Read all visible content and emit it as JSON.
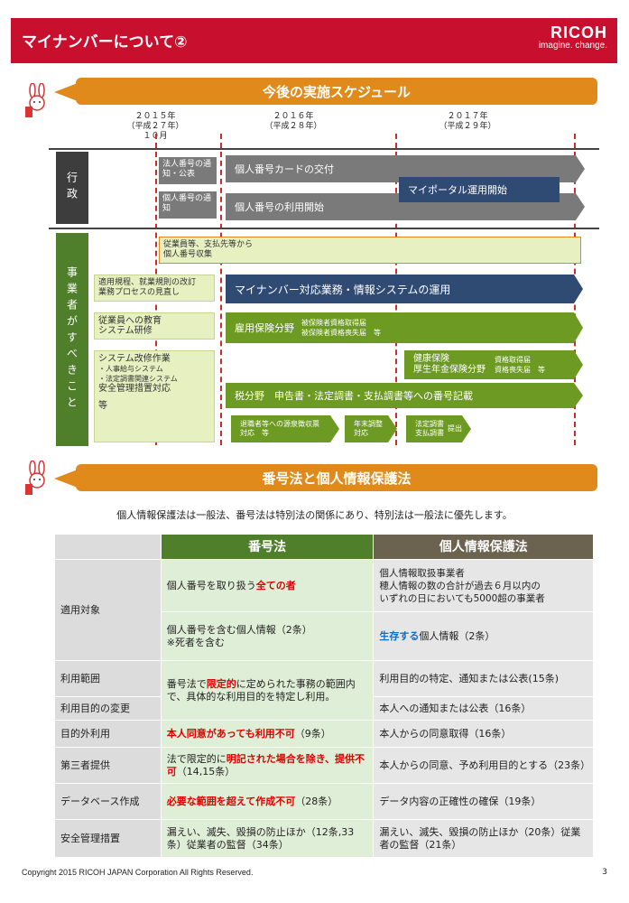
{
  "header": {
    "title": "マイナンバーについて②",
    "logo_main": "RICOH",
    "logo_tag": "imagine. change."
  },
  "section1": {
    "banner": "今後の実施スケジュール"
  },
  "years": [
    {
      "line1": "２０１５年",
      "line2": "（平成２７年）",
      "line3": "１０月"
    },
    {
      "line1": "２０１６年",
      "line2": "（平成２８年）",
      "line3": ""
    },
    {
      "line1": "２０１７年",
      "line2": "（平成２９年）",
      "line3": ""
    }
  ],
  "gov": {
    "label": "行政",
    "note1": "法人番号の通知・公表",
    "note2": "個人番号の通知",
    "bar1": "個人番号カードの交付",
    "bar2": "個人番号の利用開始",
    "bar3": "マイポータル運用開始"
  },
  "biz": {
    "label": "事業者がすべきこと",
    "collect": "従業員等、支払先等から\n個人番号収集",
    "rule": "適用規程、就業規則の改訂\n業務プロセスの見直し",
    "edu": "従業員への教育\nシステム研修",
    "sys_title": "システム改修作業",
    "sys_1": "・人事給与システム",
    "sys_2": "・法定調書関連システム",
    "sys_3": "安全管理措置対応",
    "sys_4": "等",
    "ops": "マイナンバー対応業務・情報システムの運用",
    "emp_title": "雇用保険分野",
    "emp_1": "被保険者資格取得届",
    "emp_2": "被保険者資格喪失届　等",
    "health_1": "健康保険",
    "health_2": "厚生年金保険分野",
    "health_3": "資格取得届",
    "health_4": "資格喪失届　等",
    "tax": "税分野　申告書・法定調書・支払調書等への番号記載",
    "tax_a": "退職者等への源泉徴収票\n対応　等",
    "tax_b": "年末調整\n対応",
    "tax_c": "法定調書\n支払調書",
    "tax_c2": "提出"
  },
  "section2": {
    "banner": "番号法と個人情報保護法",
    "intro": "個人情報保護法は一般法、番号法は特別法の関係にあり、特別法は一般法に優先します。"
  },
  "table": {
    "h1": "番号法",
    "h2": "個人情報保護法",
    "r1_label": "適用対象",
    "r1a_pre": "個人番号を取り扱う",
    "r1a_red": "全ての者",
    "r1a_right": "個人情報取扱事業者\n穂人情報の数の合計が過去６月以内の\nいずれの日においても5000超の事業者",
    "r1b_left": "個人番号を含む個人情報（2条）\n※死者を含む",
    "r1b_blue": "生存する",
    "r1b_right": "個人情報（2条）",
    "r2_label": "利用範囲",
    "r2_left_pre": "番号法で",
    "r2_left_red": "限定的",
    "r2_left_post": "に定められた事務の範囲内で、具体的な利用目的を特定し利用。",
    "r2_right": "利用目的の特定、通知または公表(15条)",
    "r3_label": "利用目的の変更",
    "r3_right": "本人への通知または公表（16条）",
    "r4_label": "目的外利用",
    "r4_left_red": "本人同意があっても利用不可",
    "r4_left_post": "（9条）",
    "r4_right": "本人からの同意取得（16条）",
    "r5_label": "第三者提供",
    "r5_left_pre": "法で限定的に",
    "r5_left_red1": "明記された場合を除き、",
    "r5_left_red2": "提供不可",
    "r5_left_post": "（14,15条）",
    "r5_right": "本人からの同意、予め利用目的とする（23条）",
    "r6_label": "データベース作成",
    "r6_left_red1": "必要な範囲を超えて",
    "r6_left_red2": "作成不可",
    "r6_left_post": "（28条）",
    "r6_right": "データ内容の正確性の確保（19条）",
    "r7_label": "安全管理措置",
    "r7_left": "漏えい、滅失、毀損の防止ほか（12条,33条）従業者の監督（34条）",
    "r7_right": "漏えい、滅失、毀損の防止ほか（20条）従業者の監督（21条）"
  },
  "footer": {
    "copyright": "Copyright 2015 RICOH JAPAN Corporation All Rights Reserved.",
    "page": "3"
  },
  "colors": {
    "header": "#c8102e",
    "banner": "#e08a1c",
    "green_head": "#4f7f2a",
    "brown_head": "#6b6250",
    "gov_side": "#3d3d3d",
    "biz_side": "#4f7f2a"
  }
}
